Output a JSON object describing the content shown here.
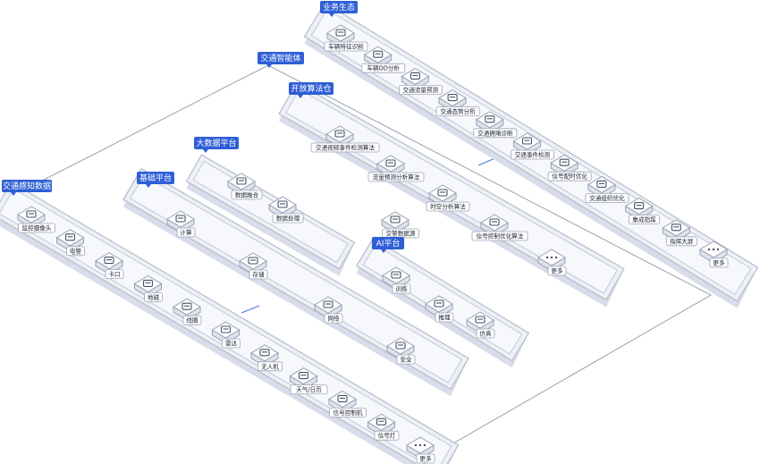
{
  "groups": [
    {
      "id": "biz",
      "tag": "业务生态",
      "items": [
        "车辆特征识别",
        "车辆OD分析",
        "交通流量预测",
        "交通态势分析",
        "交通拥堵诊断",
        "交通事件检测",
        "信号配时优化",
        "交通组织优化",
        "集成指挥",
        "指挥大屏",
        "更多"
      ],
      "icons": [
        "document-icon",
        "vehicle-scan-icon",
        "car-icon",
        "location-pin-icon",
        "monitor-icon",
        "alert-screen-icon",
        "signal-panel-icon",
        "route-icon",
        "send-icon",
        "big-screen-icon",
        "more-icon"
      ]
    },
    {
      "id": "agent",
      "tag": "交通智能体",
      "items": [],
      "icons": []
    },
    {
      "id": "algo",
      "tag": "开放算法仓",
      "items": [
        "交通视频事件检测算法",
        "流量预测分析算法",
        "时空分析算法",
        "交警数据源",
        "信号控制优化算法",
        "更多"
      ],
      "icons": [
        "video-doc-icon",
        "chart-icon",
        "refresh-icon",
        "toggle-icon",
        "target-icon",
        "more-icon"
      ]
    },
    {
      "id": "bigdata",
      "tag": "大数据平台",
      "items": [
        "数据融合",
        "数据处理"
      ],
      "icons": [
        "database-icon",
        "server-icon"
      ]
    },
    {
      "id": "base",
      "tag": "基础平台",
      "items": [
        "计算",
        "存储",
        "网络",
        "安全"
      ],
      "icons": [
        "chip-icon",
        "storage-icon",
        "globe-icon",
        "shield-icon"
      ]
    },
    {
      "id": "ai",
      "tag": "AI平台",
      "items": [
        "训练",
        "推理",
        "仿真"
      ],
      "icons": [
        "atom-icon",
        "cube-icon",
        "grid-icon"
      ]
    },
    {
      "id": "sense",
      "tag": "交通感知数据",
      "items": [
        "监控摄像头",
        "电警",
        "卡口",
        "地磁",
        "线圈",
        "雷达",
        "无人机",
        "天气/日历",
        "信号控制机",
        "信号灯",
        "更多"
      ],
      "icons": [
        "camera-icon",
        "speed-camera-icon",
        "gate-icon",
        "magnet-icon",
        "coil-icon",
        "radar-icon",
        "drone-icon",
        "weather-icon",
        "controller-icon",
        "traffic-light-icon",
        "more-icon"
      ]
    }
  ]
}
